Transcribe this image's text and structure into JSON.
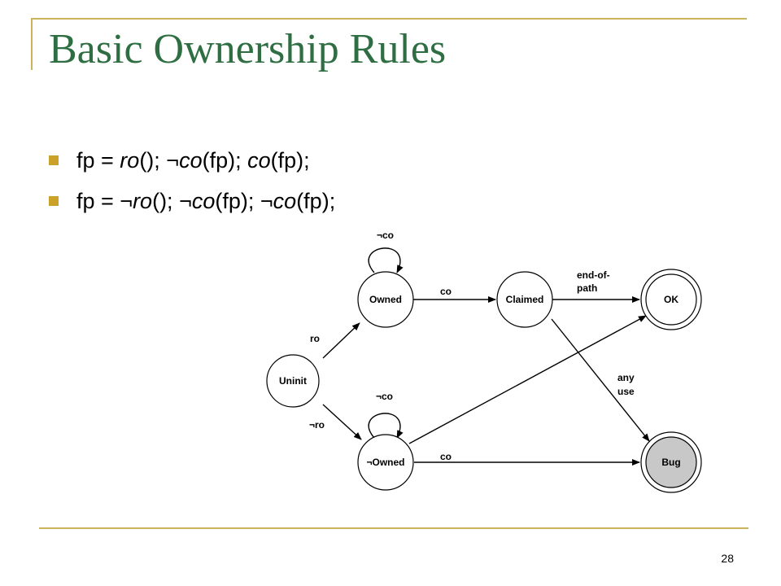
{
  "slide": {
    "title": "Basic Ownership Rules",
    "page_number": "28",
    "accent_color": "#C9B45A",
    "title_color": "#2E6E42",
    "bullet_color": "#C9A227"
  },
  "bullets": [
    {
      "parts": [
        {
          "text": "fp = ",
          "italic": false
        },
        {
          "text": "ro",
          "italic": true
        },
        {
          "text": "(); ¬",
          "italic": false
        },
        {
          "text": "co",
          "italic": true
        },
        {
          "text": "(fp); ",
          "italic": false
        },
        {
          "text": "co",
          "italic": true
        },
        {
          "text": "(fp);",
          "italic": false
        }
      ]
    },
    {
      "parts": [
        {
          "text": "fp = ¬",
          "italic": false
        },
        {
          "text": "ro",
          "italic": true
        },
        {
          "text": "(); ¬",
          "italic": false
        },
        {
          "text": "co",
          "italic": true
        },
        {
          "text": "(fp); ¬",
          "italic": false
        },
        {
          "text": "co",
          "italic": true
        },
        {
          "text": "(fp);",
          "italic": false
        }
      ]
    }
  ],
  "diagram": {
    "states": {
      "uninit": "Uninit",
      "owned": "Owned",
      "not_owned": "¬Owned",
      "claimed": "Claimed",
      "ok": "OK",
      "bug": "Bug"
    },
    "edges": {
      "uninit_to_owned": "ro",
      "uninit_to_not_owned": "¬ro",
      "owned_self": "¬co",
      "not_owned_self": "¬co",
      "owned_to_claimed": "co",
      "not_owned_to_bug": "co",
      "claimed_to_ok_line1": "end-of-",
      "claimed_to_ok_line2": "path",
      "claimed_to_bug_line1": "any",
      "claimed_to_bug_line2": "use"
    },
    "final_states": [
      "OK",
      "Bug"
    ],
    "bug_fill": "#C8C8C8"
  }
}
